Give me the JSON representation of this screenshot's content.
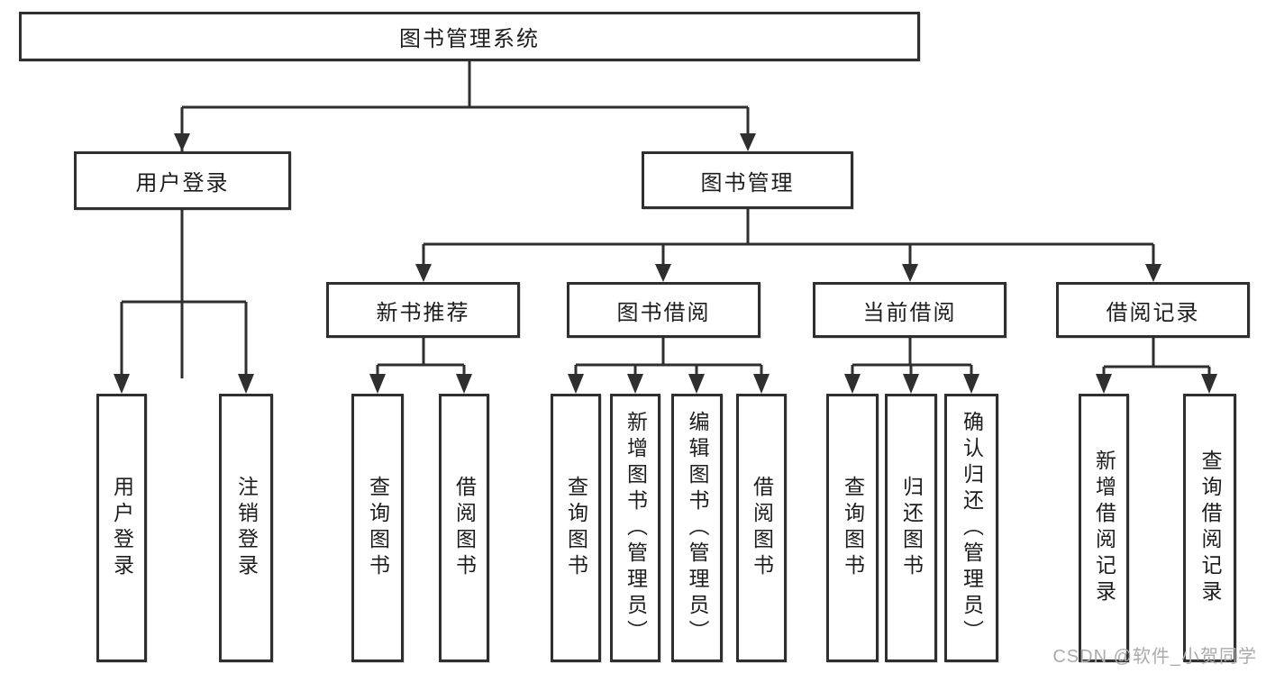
{
  "watermark": "CSDN @软件_小贺同学",
  "colors": {
    "line": "#2f2f2f",
    "box_border": "#2f2f2f",
    "text": "#1d1d1d",
    "background": "#ffffff",
    "watermark": "#ababab"
  },
  "tree": {
    "root": "图书管理系统",
    "branches": [
      {
        "label": "用户登录",
        "children": [
          "用户登录",
          "注销登录"
        ]
      },
      {
        "label": "图书管理",
        "groups": [
          {
            "label": "新书推荐",
            "children": [
              "查询图书",
              "借阅图书"
            ]
          },
          {
            "label": "图书借阅",
            "children": [
              "查询图书",
              "新增图书（管理员）",
              "编辑图书（管理员）",
              "借阅图书"
            ]
          },
          {
            "label": "当前借阅",
            "children": [
              "查询图书",
              "归还图书",
              "确认归还（管理员）"
            ]
          },
          {
            "label": "借阅记录",
            "children": [
              "新增借阅记录",
              "查询借阅记录"
            ]
          }
        ]
      }
    ]
  }
}
